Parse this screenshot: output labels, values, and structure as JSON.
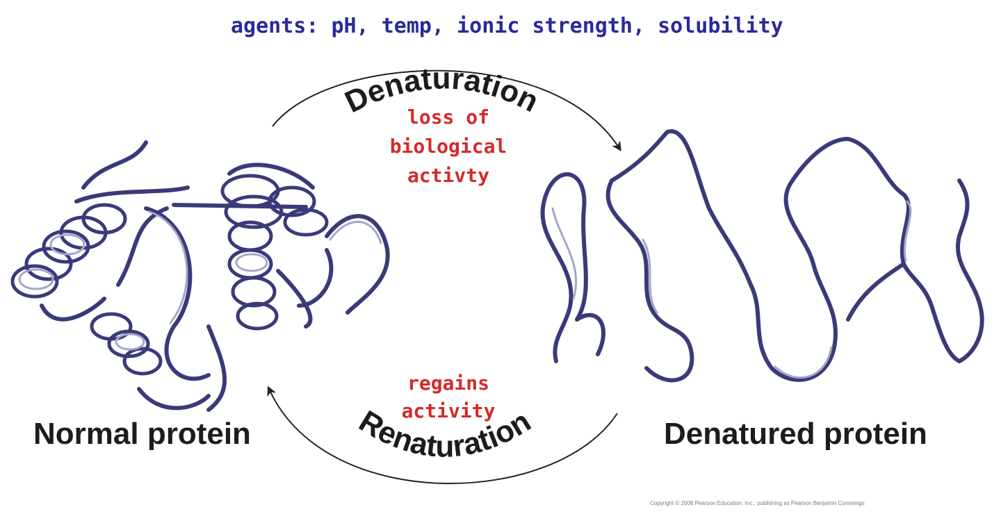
{
  "agents_text": "agents:  pH, temp, ionic strength, solubility",
  "denaturation": {
    "label": "Denaturation",
    "note_lines": [
      "loss of",
      "biological",
      "activty"
    ]
  },
  "renaturation": {
    "label": "Renaturation",
    "note_lines": [
      "regains",
      "activity"
    ]
  },
  "normal_protein_label": "Normal protein",
  "denatured_protein_label": "Denatured protein",
  "copyright": "Copyright © 2008 Pearson Education, Inc., publishing as Pearson Benjamin Cummings",
  "colors": {
    "ribbon": "#3a3a7a",
    "ribbon_light": "#a6a6c8",
    "agents_text": "#2a2a9a",
    "note_text": "#d42a2a",
    "label_text": "#1c1c1c",
    "arrow": "#222222"
  }
}
